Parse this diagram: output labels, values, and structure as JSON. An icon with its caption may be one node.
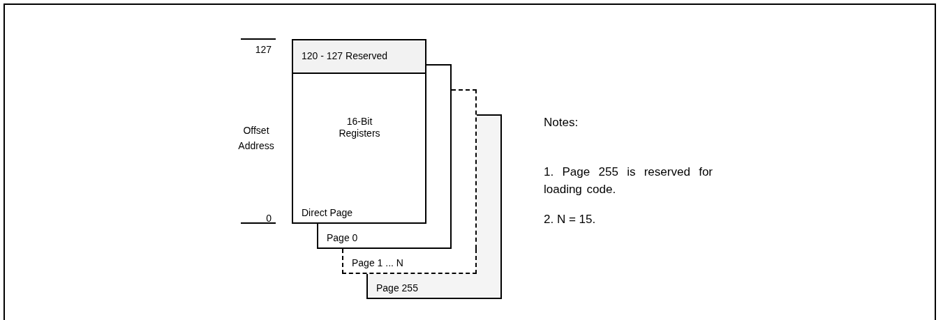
{
  "diagram": {
    "nodes": [
      {
        "text": [
          "16-Bit Registers",
          "Direct Page"
        ]
      },
      {
        "text": [
          "120 - 127 Reserved"
        ],
        "in": 0
      },
      {
        "text": [
          "Page 0"
        ]
      },
      {
        "text": [
          "Page 1 ... N"
        ]
      },
      {
        "text": [
          "Page 255"
        ]
      }
    ],
    "edges": [],
    "labels": [
      "127",
      "Offset Address",
      "0",
      "Notes:",
      "1. Page 255 is reserved for loading code.",
      "2. N = 15."
    ]
  }
}
